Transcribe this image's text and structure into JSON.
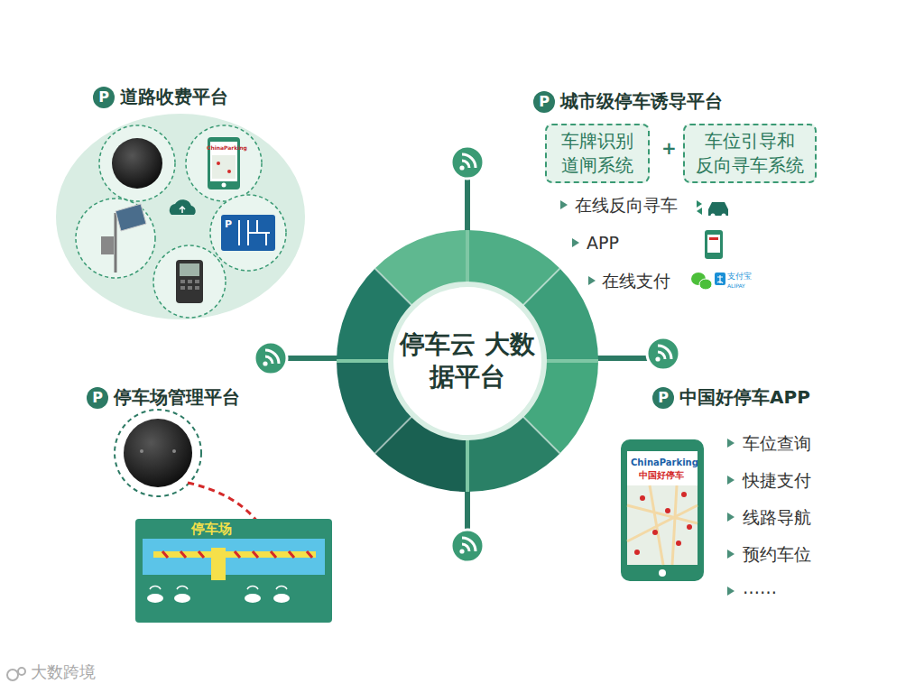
{
  "diagram": {
    "nodes": [
      {
        "text": [
          "道路收费平台"
        ]
      },
      {
        "text": [
          "车牌识别 道闸系统"
        ]
      },
      {
        "text": [
          "车位引导和 反向寻车系统"
        ]
      },
      {
        "text": [
          "停车云 大数据平台"
        ]
      },
      {
        "text": [
          "停车场"
        ]
      }
    ],
    "labels": [
      "P",
      "ChinaParking",
      "P",
      "P",
      "城市级停车诱导平台",
      "+",
      "在线反向寻车",
      "APP",
      "在线支付",
      "支付宝",
      "ALIPAY",
      "P",
      "停车场管理平台",
      "P",
      "中国好停车APP",
      "ChinaParking",
      "中国好停车",
      "车位查询",
      "快捷支付",
      "线路导航",
      "预约车位",
      "……",
      "大数跨境"
    ]
  }
}
